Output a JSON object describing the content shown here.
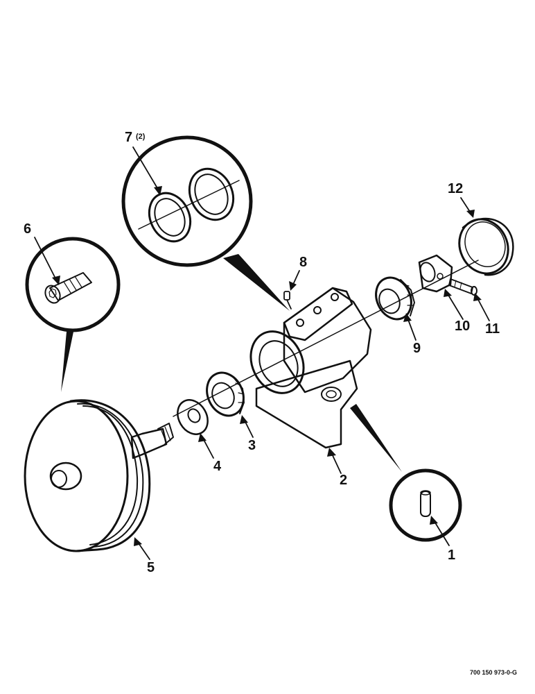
{
  "figure": {
    "callouts": [
      "1",
      "2",
      "3",
      "4",
      "5",
      "6",
      "7",
      "8",
      "9",
      "10",
      "11",
      "12"
    ],
    "callout_7_qty": "(2)",
    "drawing_number": "700 150 973-0-G"
  },
  "colors": {
    "ink": "#111111",
    "background": "#ffffff"
  },
  "icons": {
    "detail_circles": [
      "socket-head-screw-icon",
      "seal-rings-icon",
      "pin-icon"
    ]
  }
}
